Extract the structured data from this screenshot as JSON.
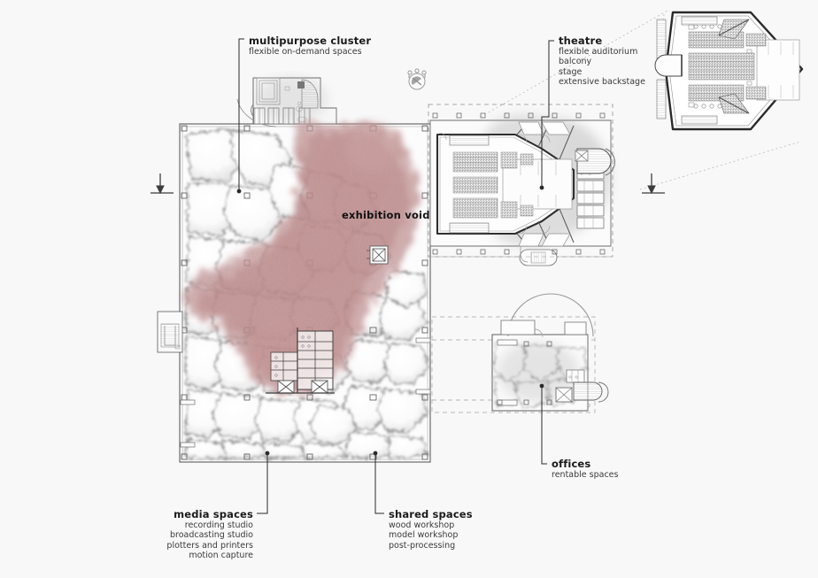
{
  "drawing": {
    "kind": "architectural-floor-plan",
    "background_color": "#f8f8f9",
    "void_color": "#c08f91",
    "line_color": "#6b6b6b",
    "ink_color": "#1b1b1b"
  },
  "void_label": "exhibition void",
  "annotations": [
    {
      "id": "multipurpose-cluster",
      "title": "multipurpose cluster",
      "lines": [
        "flexible on-demand spaces"
      ],
      "align": "left"
    },
    {
      "id": "theatre",
      "title": "theatre",
      "lines": [
        "flexible auditorium",
        "balcony",
        "stage",
        "extensive backstage"
      ],
      "align": "left"
    },
    {
      "id": "offices",
      "title": "offices",
      "lines": [
        "rentable spaces"
      ],
      "align": "left"
    },
    {
      "id": "media-spaces",
      "title": "media spaces",
      "lines": [
        "recording studio",
        "broadcasting studio",
        "plotters and printers",
        "motion capture"
      ],
      "align": "right"
    },
    {
      "id": "shared-spaces",
      "title": "shared spaces",
      "lines": [
        "wood workshop",
        "model workshop",
        "post-processing"
      ],
      "align": "left"
    }
  ],
  "markers": {
    "section_left": "section-cut-marker",
    "section_right": "section-cut-marker",
    "north_arrow": "north-arrow-symbol"
  }
}
